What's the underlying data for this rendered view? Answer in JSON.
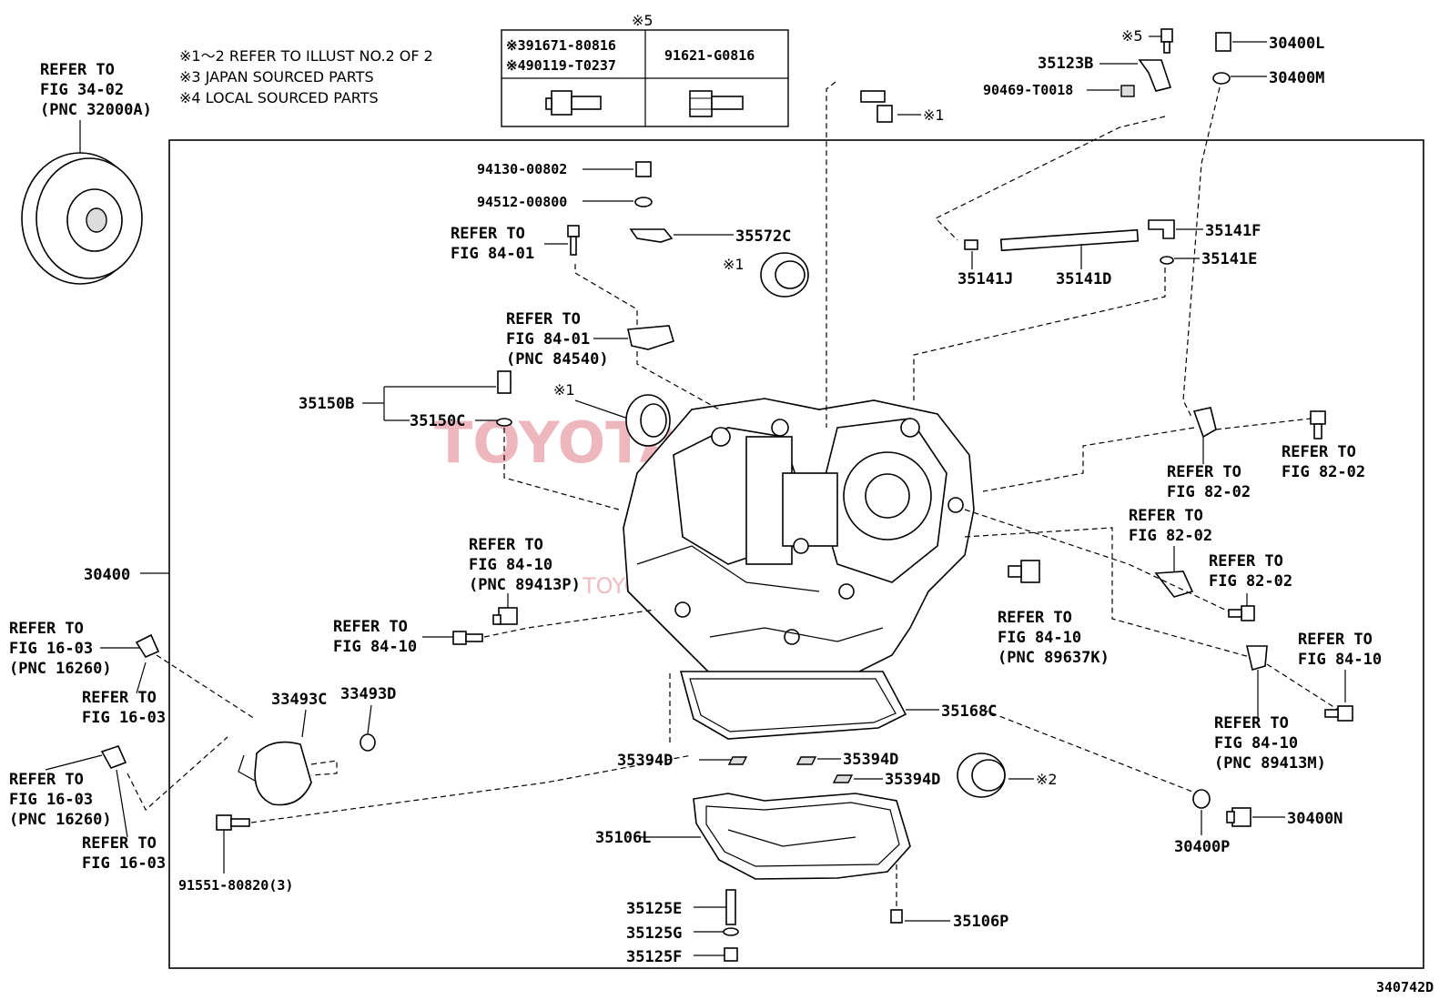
{
  "notes": {
    "line1": "※1～2 REFER TO ILLUST NO.2 OF 2",
    "line2": "※3 JAPAN SOURCED PARTS",
    "line3": "※4 LOCAL SOURCED PARTS"
  },
  "table": {
    "header_mark": "※5",
    "cell_left_1": "※391671-80816",
    "cell_left_2": "※490119-T0237",
    "cell_right": "91621-G0816"
  },
  "refs": {
    "fig3402_1": "REFER TO",
    "fig3402_2": "FIG 34-02",
    "fig3402_3": "(PNC 32000A)",
    "fig8401a_1": "REFER TO",
    "fig8401a_2": "FIG 84-01",
    "fig8401b_1": "REFER TO",
    "fig8401b_2": "FIG 84-01",
    "fig8401b_3": "(PNC 84540)",
    "fig8410a_1": "REFER TO",
    "fig8410a_2": "FIG 84-10",
    "fig8410a_3": "(PNC 89413P)",
    "fig8410b_1": "REFER TO",
    "fig8410b_2": "FIG 84-10",
    "fig8410c_1": "REFER TO",
    "fig8410c_2": "FIG 84-10",
    "fig8410c_3": "(PNC 89637K)",
    "fig8410d_1": "REFER TO",
    "fig8410d_2": "FIG 84-10",
    "fig8410e_1": "REFER TO",
    "fig8410e_2": "FIG 84-10",
    "fig8410e_3": "(PNC 89413M)",
    "fig8202a_1": "REFER TO",
    "fig8202a_2": "FIG 82-02",
    "fig8202b_1": "REFER TO",
    "fig8202b_2": "FIG 82-02",
    "fig8202c_1": "REFER TO",
    "fig8202c_2": "FIG 82-02",
    "fig8202d_1": "REFER TO",
    "fig8202d_2": "FIG 82-02",
    "fig1603a_1": "REFER TO",
    "fig1603a_2": "FIG 16-03",
    "fig1603a_3": "(PNC 16260)",
    "fig1603b_1": "REFER TO",
    "fig1603b_2": "FIG 16-03",
    "fig1603c_1": "REFER TO",
    "fig1603c_2": "FIG 16-03",
    "fig1603c_3": "(PNC 16260)",
    "fig1603d_1": "REFER TO",
    "fig1603d_2": "FIG 16-03"
  },
  "parts": {
    "p94130": "94130-00802",
    "p94512": "94512-00800",
    "p35572C": "35572C",
    "p35150B": "35150B",
    "p35150C": "35150C",
    "p30400": "30400",
    "p33493C": "33493C",
    "p33493D": "33493D",
    "p91551": "91551-80820(3)",
    "p35394D_a": "35394D",
    "p35394D_b": "35394D",
    "p35394D_c": "35394D",
    "p35168C": "35168C",
    "p35106L": "35106L",
    "p35125E": "35125E",
    "p35125G": "35125G",
    "p35125F": "35125F",
    "p35106P": "35106P",
    "p30400N": "30400N",
    "p30400P": "30400P",
    "p35123B": "35123B",
    "p90469": "90469-T0018",
    "p30400L": "30400L",
    "p30400M": "30400M",
    "p35141F": "35141F",
    "p35141E": "35141E",
    "p35141J": "35141J",
    "p35141D": "35141D"
  },
  "marks": {
    "m1_a": "※1",
    "m1_b": "※1",
    "m1_c": "※1",
    "m2": "※2",
    "m5": "※5"
  },
  "watermark": {
    "main": "TOYOTA ONLINE",
    "sub": "TOYOTA PARTS"
  },
  "figure_id": "340742D"
}
